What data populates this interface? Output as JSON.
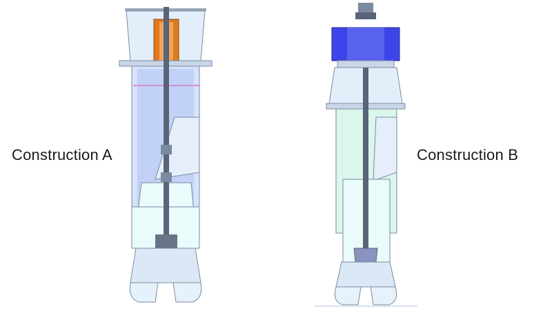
{
  "labels": {
    "construction_a": "Construction A",
    "construction_b": "Construction B"
  },
  "colors": {
    "casing_fill": "#d7e9fb",
    "casing_dark": "#a9c4ef",
    "water": "#e9fbfb",
    "bearing_orange": "#e07a20",
    "motor_blue": "#3d45e8",
    "line_gray": "#7a8aa0",
    "shaft": "#5a6478",
    "accent_pink": "#d88ae0"
  },
  "icons": {
    "pump_a": "vertical-pump-construction-a-drawing",
    "pump_b": "vertical-pump-construction-b-drawing"
  }
}
